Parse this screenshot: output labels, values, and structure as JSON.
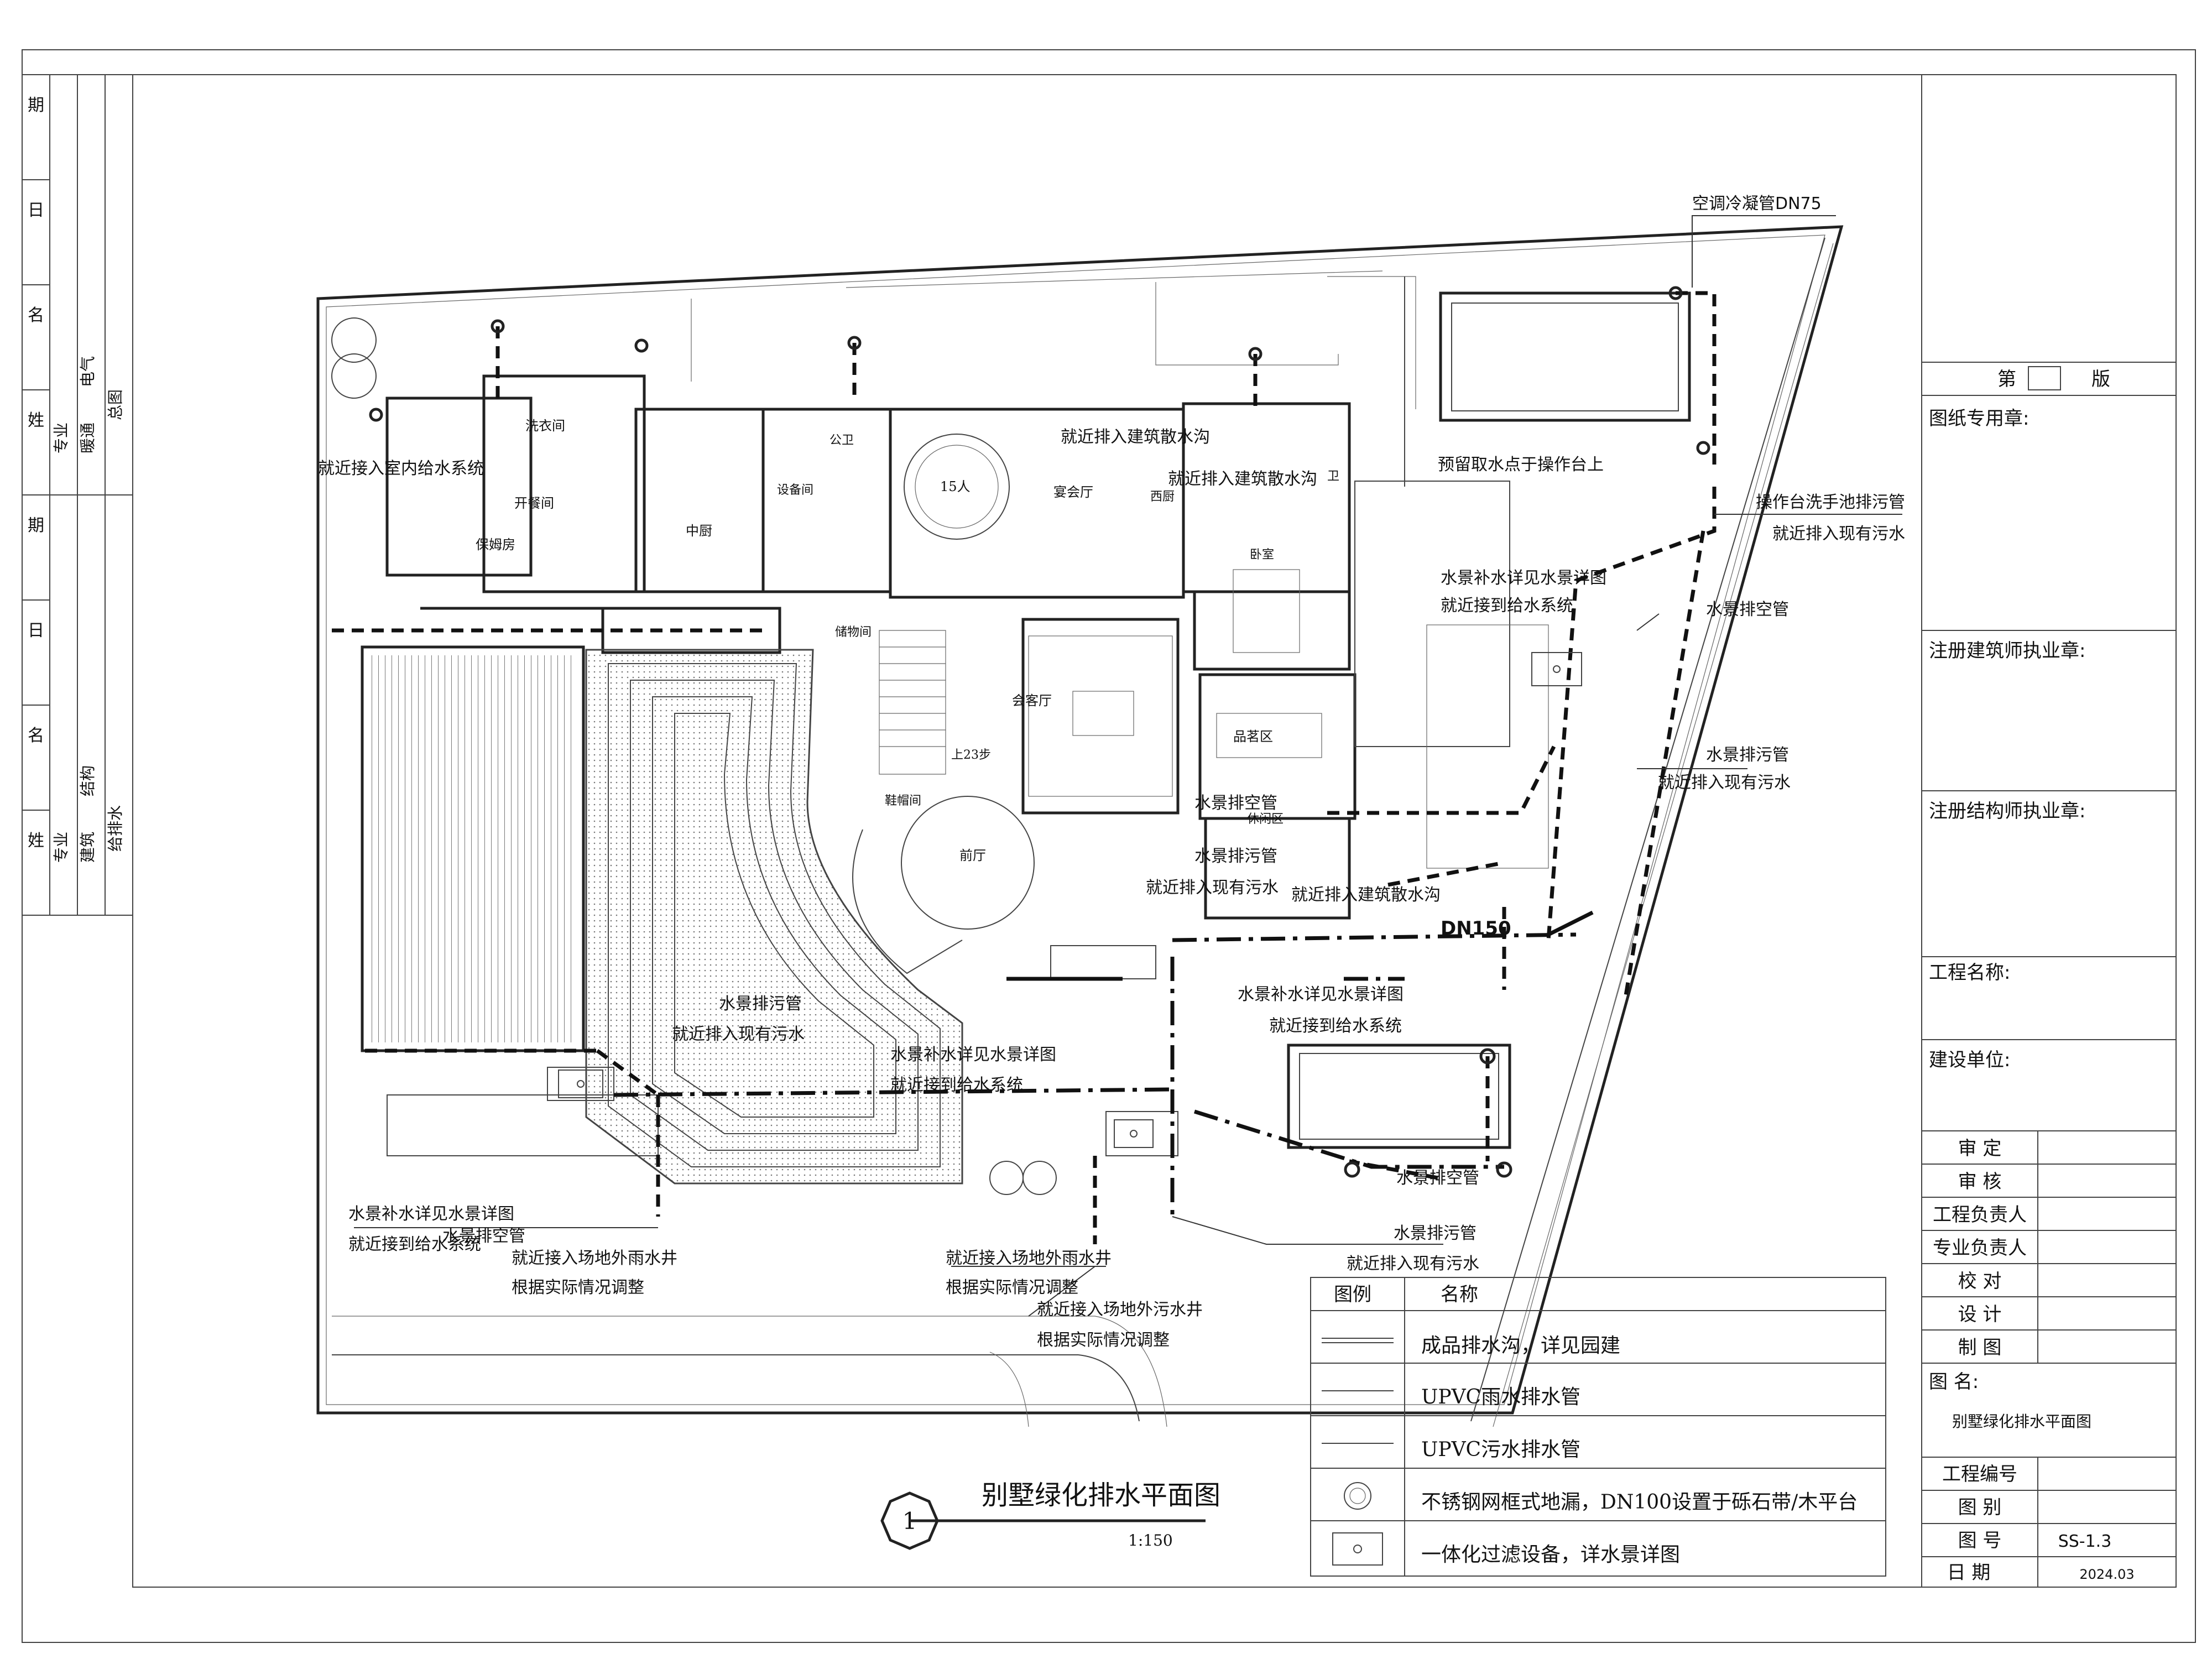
{
  "drawing": {
    "title": "别墅绿化排水平面图",
    "scale": "1:150",
    "view_number": "1"
  },
  "left_strip": {
    "columns": [
      {
        "header": "期",
        "items": [
          "期",
          "日",
          "名",
          "姓"
        ]
      },
      {
        "header": "",
        "items": [
          "专 业",
          "暖 通",
          "电 气",
          "总 图"
        ]
      },
      {
        "header": "",
        "items": [
          "期",
          "日",
          "名",
          "姓"
        ]
      },
      {
        "header": "",
        "items": [
          "专 业",
          "建 筑",
          "结 构",
          "给 排 水"
        ]
      }
    ],
    "top_labels": [
      "期",
      "日",
      "名",
      "姓",
      "业",
      "暖通",
      "电气",
      "总图",
      "期",
      "日",
      "名",
      "姓",
      "业",
      "建筑",
      "结构",
      "给排水"
    ],
    "group_a": [
      "专业",
      "暖通",
      "电气",
      "总图"
    ],
    "group_b": [
      "专业",
      "建筑",
      "结构",
      "给排水"
    ],
    "sign_labels": [
      "期",
      "日",
      "名",
      "姓"
    ]
  },
  "title_block": {
    "edition_prefix": "第",
    "edition_suffix": "版",
    "stamp_label": "图纸专用章:",
    "architect_stamp": "注册建筑师执业章:",
    "structural_stamp": "注册结构师执业章:",
    "project_name": "工程名称:",
    "client": "建设单位:",
    "signoff": [
      "审 定",
      "审 核",
      "工程负责人",
      "专业负责人",
      "校 对",
      "设 计",
      "制 图"
    ],
    "drawing_name_label": "图 名:",
    "drawing_name": "别墅绿化排水平面图",
    "project_no_label": "工程编号",
    "category_label": "图 别",
    "sheet_no_label": "图 号",
    "sheet_no": "SS-1.3",
    "date_label": "日 期",
    "date": "2024.03"
  },
  "legend": {
    "header_symbol": "图例",
    "header_name": "名称",
    "items": [
      {
        "symbol": "line",
        "name": "成品排水沟，详见园建"
      },
      {
        "symbol": "dash",
        "name": "UPVC雨水排水管"
      },
      {
        "symbol": "dashdot",
        "name": "UPVC污水排水管"
      },
      {
        "symbol": "drain",
        "name": "不锈钢网框式地漏，DN100设置于砾石带/木平台"
      },
      {
        "symbol": "filter",
        "name": "一体化过滤设备，详水景详图"
      }
    ]
  },
  "rooms": {
    "laundry": "洗衣间",
    "kitchen": "中厨",
    "dining": "开餐间",
    "nanny": "保姆房",
    "equip": "设备间",
    "wc": "公卫",
    "banquet": "宴会厅",
    "banquet_seats": "15人",
    "western_kitchen": "西厨",
    "storage": "储物间",
    "living": "会客厅",
    "stairs": "上23步",
    "bedroom": "卧室",
    "tea": "品茗区",
    "leisure": "休闲区",
    "shoes": "鞋帽间",
    "foyer": "前厅",
    "wc2": "卫"
  },
  "annotations": {
    "ac_condensate": "空调冷凝管DN75",
    "indoor_supply": "就近接入室内给水系统",
    "building_ditch_1": "就近排入建筑散水沟",
    "building_ditch_2": "就近排入建筑散水沟",
    "reserved_tap": "预留取水点于操作台上",
    "sink_drain_1": "操作台洗手池排污管",
    "sink_drain_2": "就近排入现有污水",
    "wf_supply_r1": "水景补水详见水景详图",
    "wf_supply_r2": "就近接到给水系统",
    "vent_r": "水景排空管",
    "sewer_r1": "水景排污管",
    "sewer_r2": "就近排入现有污水",
    "vent_c": "水景排空管",
    "sewer_c1": "水景排污管",
    "sewer_c2": "就近排入现有污水",
    "ditch_c": "就近排入建筑散水沟",
    "dn150": "DN150",
    "wf_supply_c1": "水景补水详见水景详图",
    "wf_supply_c2": "就近接到给水系统",
    "sewer_l1": "水景排污管",
    "sewer_l2": "就近排入现有污水",
    "wf_supply_m1": "水景补水详见水景详图",
    "wf_supply_m2": "就近接到给水系统",
    "vent_b": "水景排空管",
    "wf_supply_bl1": "水景补水详见水景详图",
    "wf_supply_bl2": "就近接到给水系统",
    "vent_bl": "水景排空管",
    "rain_well_1": "就近接入场地外雨水井",
    "adjust_1": "根据实际情况调整",
    "rain_well_2": "就近接入场地外雨水井",
    "adjust_2": "根据实际情况调整",
    "sewer_well": "就近接入场地外污水井",
    "adjust_3": "根据实际情况调整",
    "sewer_b1": "水景排污管",
    "sewer_b2": "就近排入现有污水"
  }
}
